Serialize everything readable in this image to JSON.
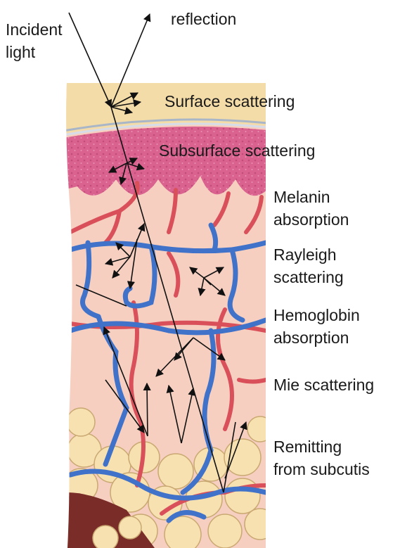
{
  "labels": {
    "incident_line1": "Incident",
    "incident_line2": "light",
    "reflection": "reflection",
    "surface_scattering": "Surface scattering",
    "subsurface_scattering": "Subsurface scattering",
    "melanin_line1": "Melanin",
    "melanin_line2": "absorption",
    "rayleigh_line1": "Rayleigh",
    "rayleigh_line2": "scattering",
    "hemoglobin_line1": "Hemoglobin",
    "hemoglobin_line2": "absorption",
    "mie": "Mie scattering",
    "remitting_line1": "Remitting",
    "remitting_line2": "from subcutis"
  },
  "colors": {
    "stratum_corneum": "#f4dca8",
    "epidermis": "#d9628f",
    "dermis": "#f6cfc0",
    "artery": "#d9505a",
    "vein": "#3f72c8",
    "fat": "#f7e1b0",
    "fat_outline": "#c9a872",
    "muscle": "#7a2c28",
    "arrow": "#111111"
  }
}
